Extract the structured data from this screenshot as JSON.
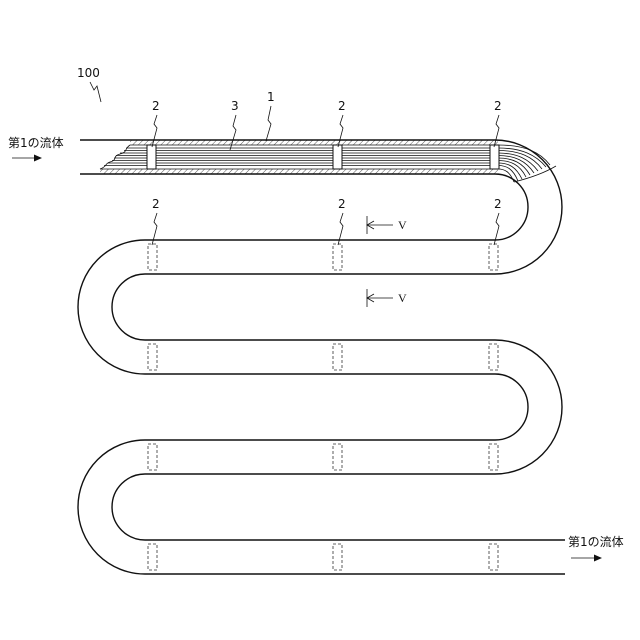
{
  "figure": {
    "assembly_ref": "100",
    "pipe_ref": "1",
    "bundle_ref": "3",
    "spacer_ref": "2",
    "section_ref": "V",
    "inlet_label": "第1の流体",
    "outlet_label": "第1の流体"
  }
}
